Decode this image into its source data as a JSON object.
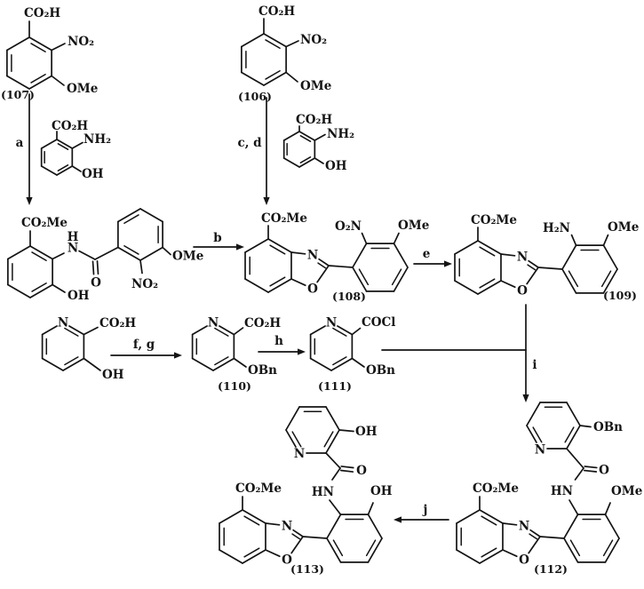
{
  "scheme": {
    "atom_labels": {
      "co2h": "CO₂H",
      "co2me": "CO₂Me",
      "no2": "NO₂",
      "o2n": "O₂N",
      "ome": "OMe",
      "oh": "OH",
      "nh2": "NH₂",
      "h2n": "H₂N",
      "obn": "OBn",
      "cocl": "COCl",
      "n": "N",
      "o": "O",
      "h": "H",
      "hn": "HN"
    },
    "compound_numbers": {
      "c106": "(106)",
      "c107": "(107)",
      "c108": "(108)",
      "c109": "(109)",
      "c110": "(110)",
      "c111": "(111)",
      "c112": "(112)",
      "c113": "(113)"
    },
    "step_labels": {
      "a": "a",
      "b": "b",
      "cd": "c, d",
      "e": "e",
      "fg": "f, g",
      "h": "h",
      "i": "i",
      "j": "j"
    },
    "colors": {
      "ink": "#141414",
      "background": "#ffffff"
    }
  }
}
